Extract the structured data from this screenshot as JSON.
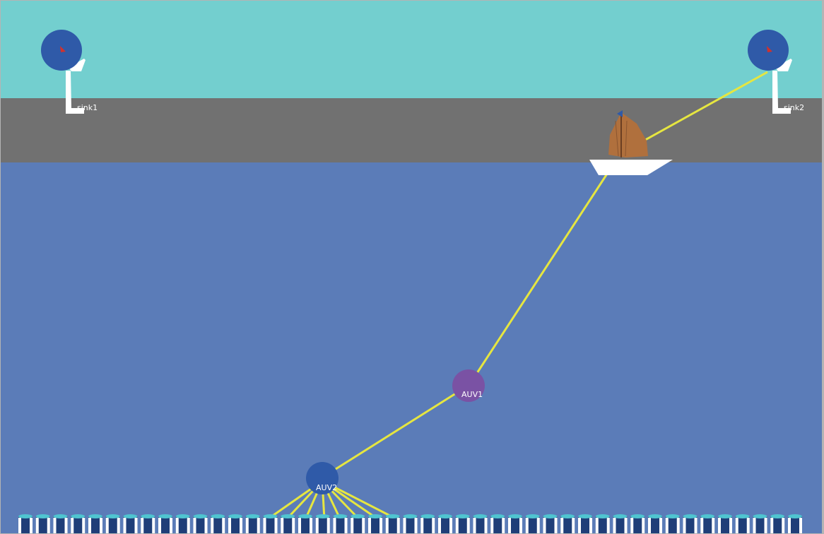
{
  "colors": {
    "sky": "#73cfcf",
    "shore": "#717171",
    "water": "#5b7cb8",
    "link": "#e6e640",
    "node_blue": "#2f5aa8",
    "node_purple": "#7a52a4",
    "tower": "#ffffff",
    "beacon": "#d0322e",
    "sail": "#b0703d",
    "hull": "#ffffff",
    "sensor_top": "#4fc4d0",
    "sensor_dark": "#1f3e78",
    "sensor_light": "#ffffff"
  },
  "nodes": {
    "sink1": {
      "label": "sink1",
      "icon": "radio-tower-icon"
    },
    "sink2": {
      "label": "sink2",
      "icon": "radio-tower-icon"
    },
    "ship": {
      "icon": "sailboat-icon"
    },
    "auv1": {
      "label": "AUV1",
      "icon": "auv-node-icon"
    },
    "auv2": {
      "label": "AUV2",
      "icon": "auv-node-icon"
    }
  },
  "sensors": {
    "count": 45,
    "icon": "seabed-sensor-icon",
    "linked_to_auv2": [
      14,
      15,
      16,
      17,
      18,
      19,
      20,
      21
    ]
  }
}
